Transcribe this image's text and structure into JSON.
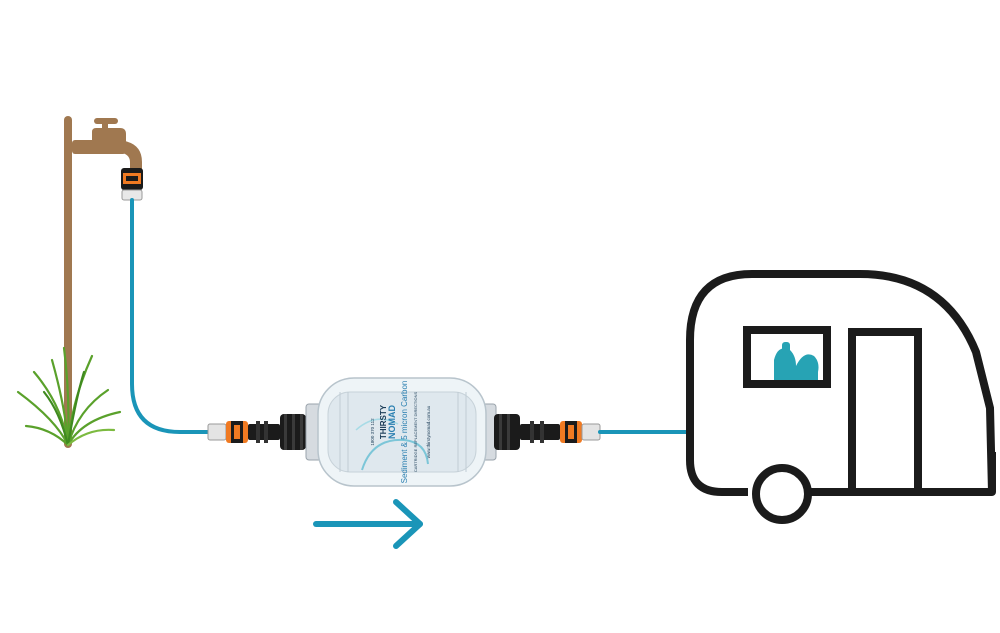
{
  "diagram": {
    "filter": {
      "brand_line1": "THIRSTY",
      "brand_line2": "NOMAD",
      "main_text": "Sediment & 5 micron Carbon",
      "cartridge_text": "CARTRIDGE REPLACEMENT DIRECTIONS",
      "website": "www.thirstynomad.com.au",
      "phone": "1800 370 112"
    },
    "colors": {
      "hose": "#1a95b8",
      "tap": "#a07850",
      "connector_orange": "#f07a22",
      "connector_black": "#1b1b1b",
      "caravan": "#1b1b1b",
      "window_image": "#27a3b4",
      "arrow": "#1a95b8",
      "grass": "#5aa12b"
    },
    "icons": [
      "tap-icon",
      "grass-icon",
      "hose-connector-icon",
      "water-filter-icon",
      "flow-arrow-icon",
      "caravan-icon"
    ]
  }
}
